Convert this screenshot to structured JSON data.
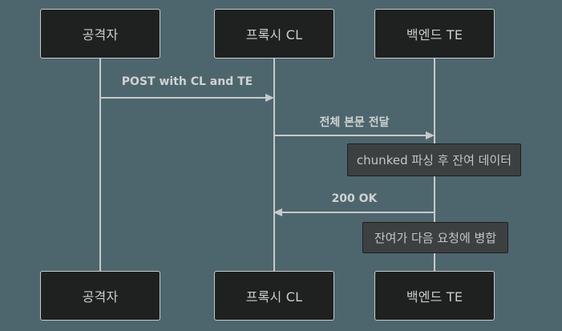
{
  "diagram": {
    "type": "sequence-diagram",
    "actors": [
      {
        "id": "attacker",
        "label": "공격자"
      },
      {
        "id": "proxy-cl",
        "label": "프록시 CL"
      },
      {
        "id": "backend-te",
        "label": "백엔드 TE"
      }
    ],
    "messages": [
      {
        "label": "POST with CL and TE",
        "from": "공격자",
        "to": "프록시 CL",
        "direction": "right"
      },
      {
        "label": "전체 본문 전달",
        "from": "프록시 CL",
        "to": "백엔드 TE",
        "direction": "right"
      },
      {
        "label": "200 OK",
        "from": "백엔드 TE",
        "to": "프록시 CL",
        "direction": "left"
      }
    ],
    "notes": [
      {
        "label": "chunked 파싱 후 잔여 데이터",
        "over": "백엔드 TE"
      },
      {
        "label": "잔여가 다음 요청에 병합",
        "over": "백엔드 TE"
      }
    ],
    "colors": {
      "bg": "#4d666d",
      "actor-fill": "#1f2121",
      "actor-border": "#c8c9c9",
      "actor-text": "#cccccc",
      "line": "#c8c9c9",
      "message-text": "#cfd2d2",
      "note-fill": "#3d4040",
      "note-border": "#1e1f1f",
      "note-text": "#c4c4c4"
    }
  }
}
